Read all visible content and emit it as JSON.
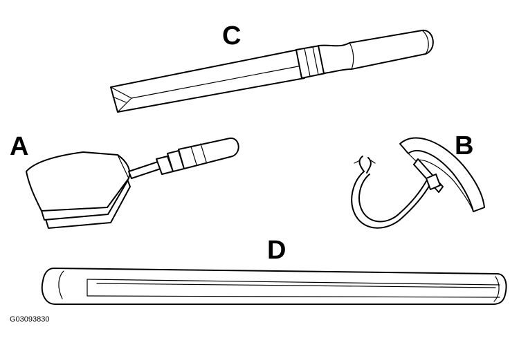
{
  "labels": {
    "a": "A",
    "b": "B",
    "c": "C",
    "d": "D"
  },
  "figure_id": "G03093830",
  "colors": {
    "ink": "#000000",
    "paper": "#ffffff"
  }
}
